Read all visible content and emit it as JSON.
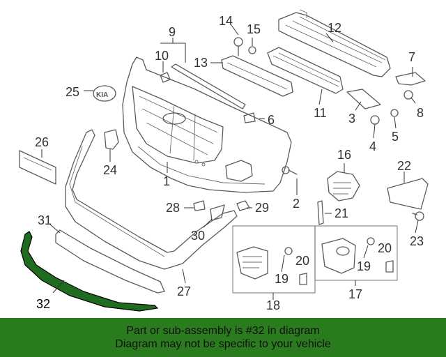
{
  "diagram": {
    "callouts": {
      "c1": "1",
      "c2": "2",
      "c3": "3",
      "c4": "4",
      "c5": "5",
      "c6": "6",
      "c7": "7",
      "c8": "8",
      "c9": "9",
      "c10": "10",
      "c11": "11",
      "c12": "12",
      "c13": "13",
      "c14": "14",
      "c15": "15",
      "c16": "16",
      "c17": "17",
      "c18": "18",
      "c19a": "19",
      "c19b": "19",
      "c20a": "20",
      "c20b": "20",
      "c21": "21",
      "c22": "22",
      "c23": "23",
      "c24": "24",
      "c25": "25",
      "c26": "26",
      "c27": "27",
      "c28": "28",
      "c29": "29",
      "c30": "30",
      "c31": "31",
      "c32": "32"
    },
    "highlight_color": "#1f6b1f"
  },
  "banner": {
    "line1": "Part or sub-assembly is #32 in diagram",
    "line2": "Diagram may not be specific to your vehicle",
    "background": "#2a7a1e"
  }
}
